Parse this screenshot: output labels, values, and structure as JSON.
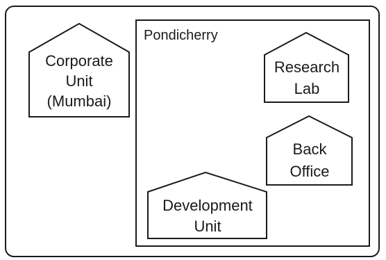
{
  "region": {
    "label": "Pondicherry"
  },
  "buildings": {
    "corporate": {
      "line1": "Corporate",
      "line2": "Unit",
      "line3": "(Mumbai)"
    },
    "research": {
      "line1": "Research",
      "line2": "Lab"
    },
    "back_office": {
      "line1": "Back",
      "line2": "Office"
    },
    "development": {
      "line1": "Development",
      "line2": "Unit"
    }
  }
}
